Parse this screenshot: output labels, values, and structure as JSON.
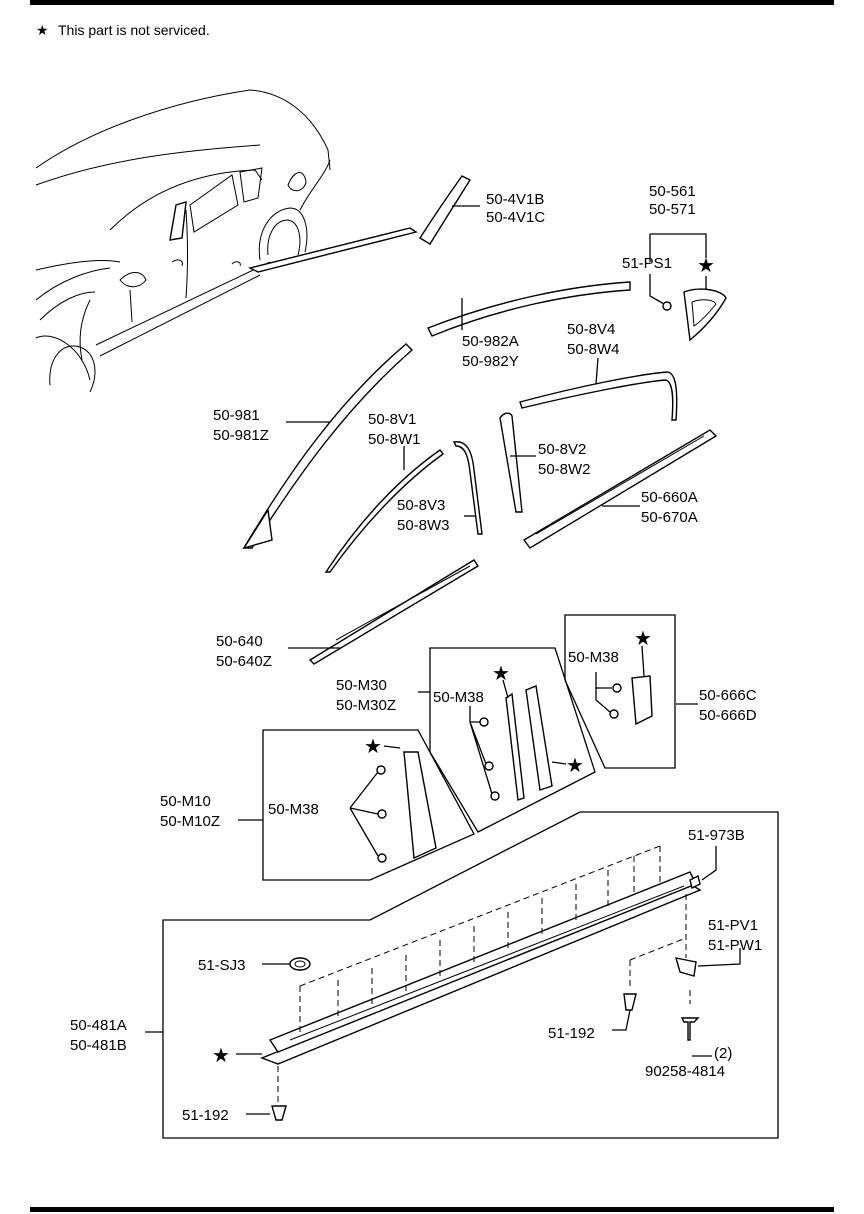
{
  "note": {
    "symbol": "★",
    "text": "This part is not serviced."
  },
  "callouts": {
    "c_4v1b": "50-4V1B",
    "c_4v1c": "50-4V1C",
    "c_561": "50-561",
    "c_571": "50-571",
    "c_ps1": "51-PS1",
    "c_982a": "50-982A",
    "c_982y": "50-982Y",
    "c_8v4": "50-8V4",
    "c_8w4": "50-8W4",
    "c_981": "50-981",
    "c_981z": "50-981Z",
    "c_8v1": "50-8V1",
    "c_8w1": "50-8W1",
    "c_8v2": "50-8V2",
    "c_8w2": "50-8W2",
    "c_8v3": "50-8V3",
    "c_8w3": "50-8W3",
    "c_660a": "50-660A",
    "c_670a": "50-670A",
    "c_640": "50-640",
    "c_640z": "50-640Z",
    "c_m38_a": "50-M38",
    "c_666c": "50-666C",
    "c_666d": "50-666D",
    "c_m30": "50-M30",
    "c_m30z": "50-M30Z",
    "c_m38_b": "50-M38",
    "c_m10": "50-M10",
    "c_m10z": "50-M10Z",
    "c_m38_c": "50-M38",
    "c_973b": "51-973B",
    "c_pv1": "51-PV1",
    "c_pw1": "51-PW1",
    "c_sj3": "51-SJ3",
    "c_481a": "50-481A",
    "c_481b": "50-481B",
    "c_192_a": "51-192",
    "c_qty": "(2)",
    "c_90258": "90258-4814",
    "c_192_b": "51-192"
  }
}
